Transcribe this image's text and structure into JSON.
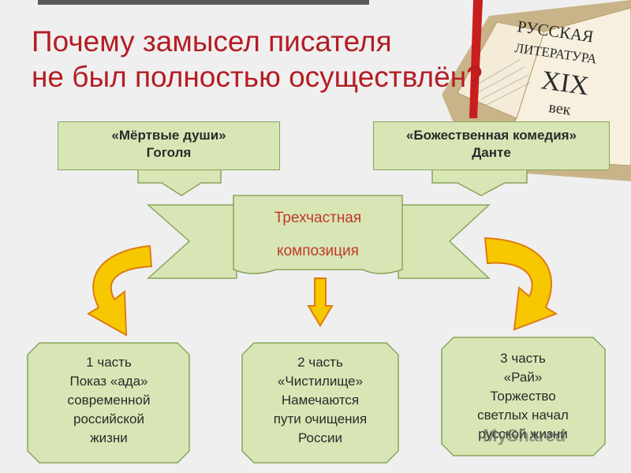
{
  "title_line1": "Почему замысел писателя",
  "title_line2": "не был полностью осуществлён?",
  "book": {
    "line1": "РУССКАЯ",
    "line2": "ЛИТЕРАТУРА",
    "line3": "XIX",
    "line4": "век"
  },
  "sources": {
    "left_line1": "«Мёртвые души»",
    "left_line2": "Гоголя",
    "right_line1": "«Божественная комедия»",
    "right_line2": "Данте"
  },
  "center": {
    "line1": "Трехчастная",
    "line2": "композиция"
  },
  "parts": [
    {
      "lines": [
        "1 часть",
        "Показ «ада»",
        "современной",
        "российской",
        "жизни"
      ]
    },
    {
      "lines": [
        "2 часть",
        "«Чистилище»",
        "Намечаются",
        "пути очищения",
        "России"
      ]
    },
    {
      "lines": [
        "3 часть",
        "«Рай»",
        "Торжество",
        "светлых начал",
        "русской жизни"
      ]
    }
  ],
  "watermark": "MyShared",
  "colors": {
    "title": "#b41d24",
    "box_fill": "#d8e6b5",
    "box_stroke": "#8aa35c",
    "arrow_yellow": "#f7c800",
    "arrow_orange": "#e07b10",
    "center_text": "#c0392b"
  }
}
